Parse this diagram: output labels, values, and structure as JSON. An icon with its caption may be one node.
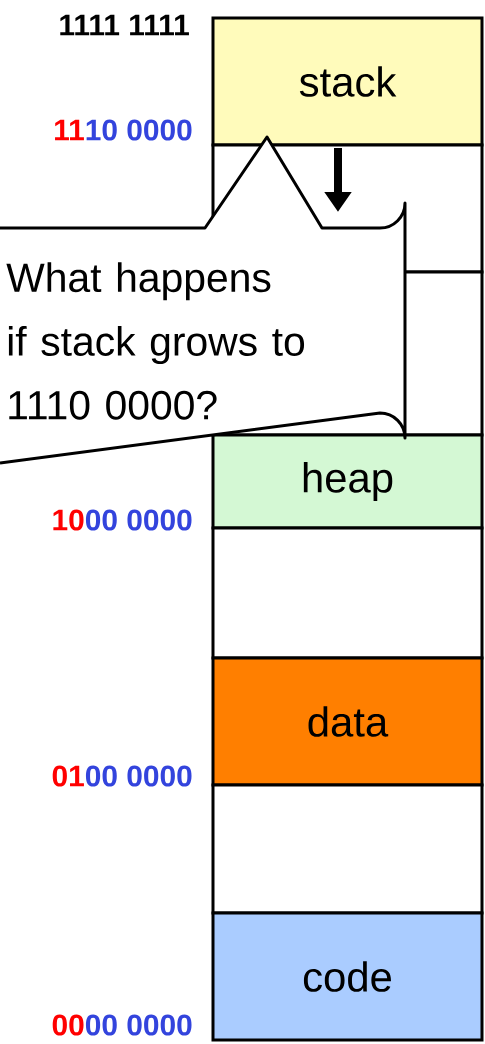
{
  "diagram": {
    "nodes": [
      {
        "text": [
          "stack"
        ]
      },
      {
        "text": [],
        "shape": "box"
      },
      {
        "text": [],
        "shape": "box"
      },
      {
        "text": [
          "heap"
        ]
      },
      {
        "text": [],
        "shape": "box"
      },
      {
        "text": [
          "data"
        ]
      },
      {
        "text": [],
        "shape": "box"
      },
      {
        "text": [
          "code"
        ]
      },
      {
        "text": [
          "What happens if stack grows to 1110 0000?"
        ]
      }
    ],
    "labels": [
      "1111 1111",
      "11",
      "10 0000",
      "10",
      "00 0000",
      "01",
      "00 0000",
      "00",
      "00 0000"
    ]
  }
}
